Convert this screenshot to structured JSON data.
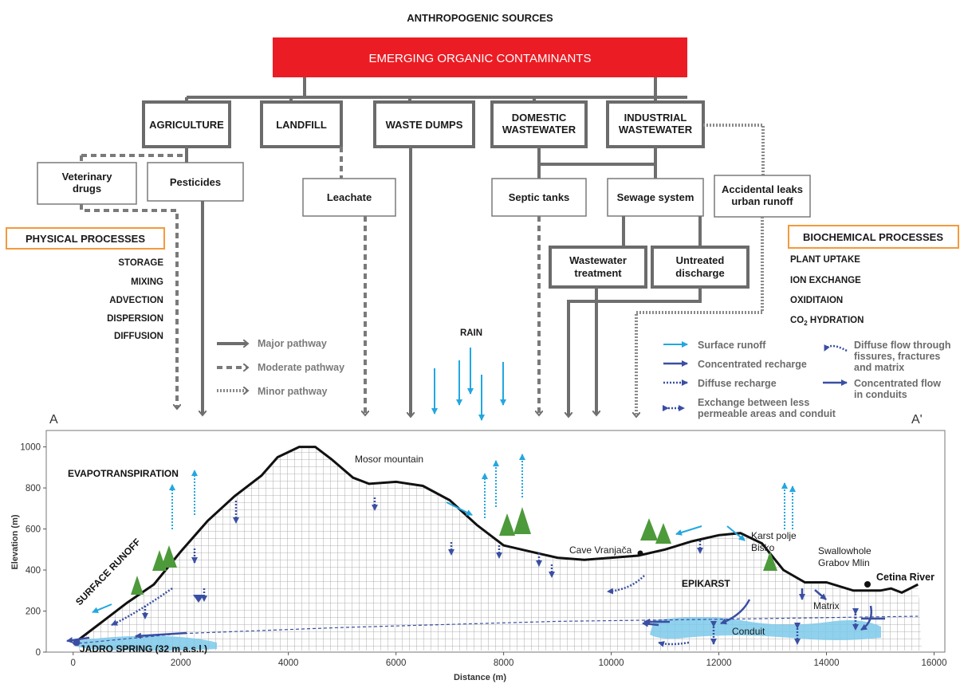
{
  "header": {
    "title": "ANTHROPOGENIC SOURCES",
    "banner": "EMERGING ORGANIC CONTAMINANTS"
  },
  "sources": {
    "agriculture": "AGRICULTURE",
    "landfill": "LANDFILL",
    "waste_dumps": "WASTE DUMPS",
    "domestic_wastewater": [
      "DOMESTIC",
      "WASTEWATER"
    ],
    "industrial_wastewater": [
      "INDUSTRIAL",
      "WASTEWATER"
    ]
  },
  "sub_sources": {
    "veterinary_drugs": [
      "Veterinary",
      "drugs"
    ],
    "pesticides": "Pesticides",
    "leachate": "Leachate",
    "septic_tanks": "Septic tanks",
    "sewage_system": "Sewage system",
    "accidental_leaks": [
      "Accidental leaks",
      "urban runoff"
    ],
    "wastewater_treatment": [
      "Wastewater",
      "treatment"
    ],
    "untreated_discharge": [
      "Untreated",
      "discharge"
    ]
  },
  "physical_processes": {
    "title": "PHYSICAL PROCESSES",
    "items": [
      "STORAGE",
      "MIXING",
      "ADVECTION",
      "DISPERSION",
      "DIFFUSION"
    ]
  },
  "biochemical_processes": {
    "title": "BIOCHEMICAL PROCESSES",
    "items": [
      "PLANT UPTAKE",
      "ION EXCHANGE",
      "OXIDITAION"
    ],
    "co2_prefix": "CO",
    "co2_sub": "2",
    "co2_suffix": " HYDRATION"
  },
  "legend_pathways": {
    "major": "Major pathway",
    "moderate": "Moderate pathway",
    "minor": "Minor pathway"
  },
  "legend_flows": {
    "surface_runoff": "Surface runoff",
    "concentrated_recharge": "Concentrated recharge",
    "diffuse_recharge": "Diffuse recharge",
    "exchange": [
      "Exchange between less",
      "permeable areas and conduit"
    ],
    "diffuse_flow": [
      "Diffuse flow through",
      "fissures, fractures",
      "and matrix"
    ],
    "concentrated_flow": [
      "Concentrated flow",
      "in conduits"
    ]
  },
  "rain_label": "RAIN",
  "section": {
    "start": "A",
    "end": "A'",
    "labels": {
      "evapotranspiration": "EVAPOTRANSPIRATION",
      "surface_runoff": "SURFACE RUNOFF",
      "mosor": "Mosor mountain",
      "cave": "Cave Vranjača",
      "karst_polje": [
        "Karst polje",
        "Bisko"
      ],
      "swallowhole": [
        "Swallowhole",
        "Grabov Mlin"
      ],
      "cetina": "Cetina River",
      "epikarst": "EPIKARST",
      "matrix": "Matrix",
      "conduit": "Conduit",
      "spring": "JADRO SPRING (32 m a.s.l.)"
    }
  },
  "chart_data": {
    "type": "area",
    "xlabel": "Distance (m)",
    "ylabel": "Elevation (m)",
    "xlim": [
      -500,
      16200
    ],
    "ylim": [
      0,
      1080
    ],
    "x_ticks": [
      0,
      2000,
      4000,
      6000,
      8000,
      10000,
      12000,
      14000,
      16000
    ],
    "y_ticks": [
      0,
      200,
      400,
      600,
      800,
      1000
    ],
    "series": [
      {
        "x": [
          0,
          500,
          1000,
          1500,
          2000,
          2500,
          3000,
          3500,
          3800,
          4200,
          4500,
          4800,
          5200,
          5500,
          6000,
          6500,
          7000,
          7500,
          8000,
          8500,
          9000,
          9500,
          10000,
          10500,
          11000,
          11500,
          12000,
          12400,
          12800,
          13200,
          13600,
          14000,
          14500,
          15000,
          15200,
          15400,
          15700
        ],
        "values": [
          40,
          140,
          240,
          330,
          490,
          640,
          760,
          860,
          950,
          1000,
          1000,
          940,
          850,
          820,
          830,
          810,
          740,
          620,
          520,
          490,
          460,
          450,
          460,
          470,
          500,
          540,
          570,
          580,
          530,
          400,
          340,
          340,
          300,
          300,
          310,
          290,
          330
        ]
      }
    ],
    "grid": false
  }
}
